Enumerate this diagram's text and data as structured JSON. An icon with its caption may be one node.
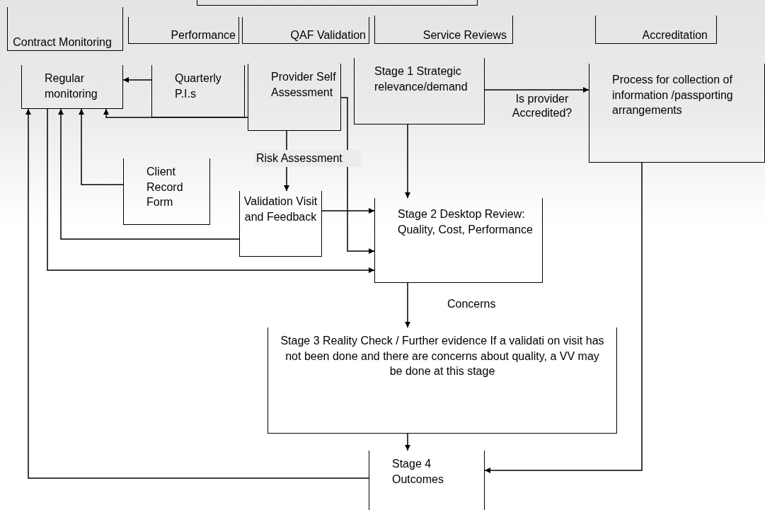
{
  "diagram": {
    "nodes": [
      {
        "text": [],
        "shape": "box"
      },
      {
        "text": [
          "Contract Monitoring"
        ]
      },
      {
        "text": [
          "Performance"
        ]
      },
      {
        "text": [
          "QAF Validation"
        ]
      },
      {
        "text": [
          "Service Reviews"
        ]
      },
      {
        "text": [
          "Accreditation"
        ]
      },
      {
        "text": [
          "Regular monitoring"
        ]
      },
      {
        "text": [
          "Quarterly P.I.s"
        ]
      },
      {
        "text": [
          "Provider Self Assessment"
        ]
      },
      {
        "text": [
          "Stage 1 Strategic relevance/demand"
        ]
      },
      {
        "text": [
          "Process for collection of information /passporting arrangements"
        ]
      },
      {
        "text": [
          "Client Record Form"
        ]
      },
      {
        "text": [
          "Validation Visit and Feedback"
        ]
      },
      {
        "text": [
          "Stage 2 Desktop Review: Quality, Cost, Performance"
        ]
      },
      {
        "text": [
          "Stage 3 Reality Check / Further evidence If a validati on visit has not been done and there are concerns about quality, a VV may be done at this stage"
        ]
      },
      {
        "text": [
          "Stage 4 Outcomes"
        ]
      }
    ],
    "edges": [
      {
        "from": 7,
        "to": 6,
        "arrow": "to"
      },
      {
        "from": 8,
        "to": 6,
        "arrow": "to"
      },
      {
        "from": 8,
        "to": 12,
        "arrow": "to",
        "label": "Risk Assessment"
      },
      {
        "from": 8,
        "to": 13,
        "arrow": "to"
      },
      {
        "from": 9,
        "to": 10,
        "arrow": "to",
        "label": "Is provider Accredited?"
      },
      {
        "from": 9,
        "to": 13,
        "arrow": "to"
      },
      {
        "from": 11,
        "to": 6,
        "arrow": "to"
      },
      {
        "from": 12,
        "to": 6,
        "arrow": "to"
      },
      {
        "from": 12,
        "to": 13,
        "arrow": "to"
      },
      {
        "from": 6,
        "to": 13,
        "arrow": "to"
      },
      {
        "from": 13,
        "to": 14,
        "arrow": "to",
        "label": "Concerns"
      },
      {
        "from": 14,
        "to": 15,
        "arrow": "to"
      },
      {
        "from": 15,
        "to": 6,
        "arrow": "to"
      },
      {
        "from": 10,
        "to": 15,
        "arrow": "to"
      }
    ]
  }
}
